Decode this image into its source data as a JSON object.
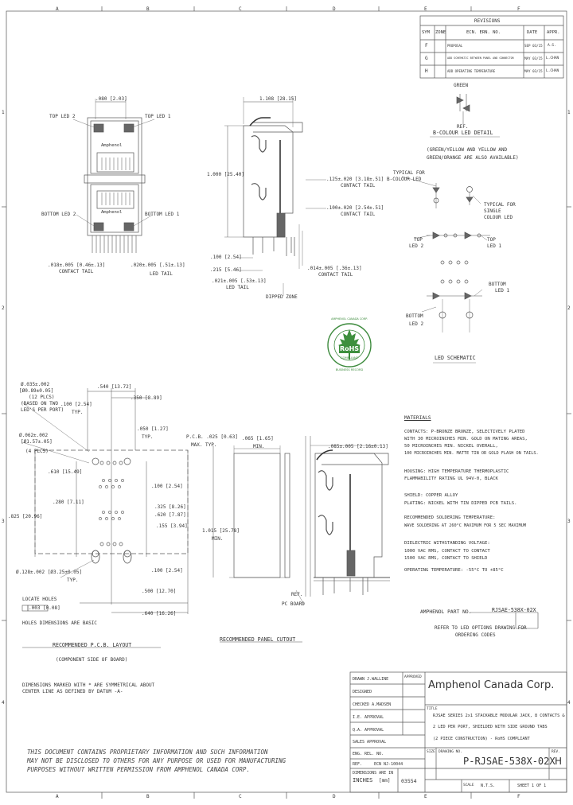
{
  "zones": {
    "cols": [
      "A",
      "B",
      "C",
      "D",
      "E",
      "F"
    ],
    "rows": [
      "1",
      "2",
      "3",
      "4"
    ]
  },
  "revisions": {
    "title": "REVISIONS",
    "headers": [
      "SYM",
      "ZONE",
      "ECN. ERN. NO.",
      "DATE",
      "APPR."
    ],
    "rows": [
      {
        "sym": "F",
        "desc": "PROPOSAL",
        "date": "SEP 03/15",
        "appr": "A.S."
      },
      {
        "sym": "G",
        "desc": "ADD SCHEMATIC BETWEEN PANEL AND CONNECTOR",
        "date": "MAY 03/15",
        "appr": "L.CHAN"
      },
      {
        "sym": "H",
        "desc": "ADD OPERATING TEMPERATURE",
        "date": "MAY 03/15",
        "appr": "L.CHAN"
      }
    ]
  },
  "front_view": {
    "dim_top": ".080 [2.03]",
    "top_led2": "TOP LED 2",
    "top_led1": "TOP LED 1",
    "bottom_led2": "BOTTOM LED 2",
    "bottom_led1": "BOTTOM LED 1",
    "brand_top": "Amphenol",
    "brand_bottom": "Amphenol",
    "dim_left": ".018±.005 [0.46±.13]",
    "dim_left_sub": "CONTACT TAIL",
    "dim_right": ".020±.005 [.51±.13]",
    "dim_right_sub": "LED TAIL"
  },
  "side_view": {
    "dim_top": "1.108 [28.15]",
    "dim_height": "1.000 [25.40]",
    "dim_tail_top": ".125±.020 [3.18±.51]",
    "dim_tail_top_sub": "CONTACT TAIL",
    "dim_tail_mid": ".100±.020 [2.54±.51]",
    "dim_tail_mid_sub": "CONTACT TAIL",
    "dim_100": ".100 [2.54]",
    "dim_215": ".215 [5.46]",
    "dim_led": ".021±.005 [.53±.13]",
    "dim_led_sub": "LED TAIL",
    "dim_right": ".014±.005 [.36±.13]",
    "dim_right_sub": "CONTACT TAIL",
    "dipped_zone": "DIPPED ZONE"
  },
  "led_detail": {
    "green": "GREEN",
    "ref": "REF.",
    "title": "B-COLOUR LED DETAIL",
    "note": [
      "(GREEN/YELLOW AND YELLOW AND",
      "GREEN/ORANGE ARE ALSO AVAILABLE)"
    ],
    "typical_bicolor": [
      "TYPICAL FOR",
      "B-COLOUR LED"
    ],
    "typical_single": [
      "TYPICAL FOR",
      "SINGLE",
      "COLOUR LED"
    ],
    "top_led2": [
      "TOP",
      "LED 2"
    ],
    "top_led1": [
      "TOP",
      "LED 1"
    ],
    "bottom_led1": [
      "BOTTOM",
      "LED 1"
    ],
    "bottom_led2": [
      "BOTTOM",
      "LED 2"
    ],
    "schematic": "LED SCHEMATIC"
  },
  "rohs": {
    "ring_top": "AMPHENOL CANADA CORP.",
    "ring_bottom": "BUSINESS RECORD",
    "label": "RoHS",
    "sub": "COMPLIANT"
  },
  "pcb_layout": {
    "d1": "Ø.035±.002",
    "d1b": "[Ø0.89±0.05]",
    "d1c": "(12 PLCS)",
    "d1d": "(BASED ON TWO",
    "d1e": "LED'S PER PORT)",
    "d2": "Ø.062±.002",
    "d2b": "[Ø1.57±.05]",
    "d2c": "(4 PLCS)",
    "dim_540": ".540 [13.72]",
    "dim_350": ".350 [8.89]",
    "dim_100a": ".100 [2.54]",
    "typ": "TYP.",
    "dim_050": ".050 [1.27]",
    "typ2": "TYP.",
    "dim_610": ".610 [15.49]",
    "dim_280": ".280 [7.11]",
    "dim_825": ".825 [20.96]",
    "dim_100b": ".100 [2.54]",
    "dim_325": ".325 [8.26]",
    "dim_620": ".620 [7.87]",
    "dim_155": ".155 [3.94]",
    "dim_hole": "Ø.128±.002 [Ø3.25±0.05]",
    "typ3": "TYP.",
    "dim_100c": ".100 [2.54]",
    "dim_500": ".500 [12.70]",
    "dim_640": ".640 [16.26]",
    "locate": "LOCATE HOLES",
    "tol": ".003 [0.08]",
    "basic": "HOLES DIMENSIONS ARE BASIC",
    "title": "RECOMMENDED P.C.B. LAYOUT",
    "subtitle": "(COMPONENT SIDE OF BOARD)",
    "note": [
      "DIMENSIONS MARKED WITH * ARE SYMMETRICAL ABOUT",
      "CENTER LINE AS DEFINED BY DATUM -A-"
    ]
  },
  "panel": {
    "dim_pcb": "P.C.B. .025 [0.63]",
    "dim_pcb2": "MAX. TYP.",
    "dim_065": ".065 [1.65]",
    "dim_065b": "MIN.",
    "dim_015": "1.015 [25.78]",
    "dim_015b": "MIN.",
    "dim_085": ".085±.005 [2.16±0.13]",
    "ref": "REF.",
    "pc_board": "PC BOARD",
    "title": "RECOMMENDED PANEL CUTOUT"
  },
  "materials": {
    "title": "MATERIALS",
    "lines": [
      "CONTACTS:   P-BRONZE BRONZE, SELECTIVELY PLATED",
      "            WITH 30 MICROINCHES MIN. GOLD ON MATING AREAS,",
      "            50 MICROINCHES MIN. NICKEL OVERALL,",
      "            100 MICROINCHES MIN. MATTE TIN OR GOLD FLASH ON TAILS.",
      "",
      "HOUSING:    HIGH TEMPERATURE THERMOPLASTIC",
      "            FLAMMABILITY RATING UL 94V-0, BLACK",
      "",
      "SHIELD:     COPPER ALLOY",
      "            PLATING: NICKEL WITH TIN DIPPED PCB TAILS.",
      "",
      "RECOMMENDED SOLDERING TEMPERATURE:",
      "            WAVE SOLDERING AT 260°C MAXIMUM FOR 5 SEC MAXIMUM",
      "",
      "DIELECTRIC WITHSTANDING VOLTAGE:",
      "            1000 VAC RMS, CONTACT TO CONTACT",
      "            1500 VAC RMS, CONTACT TO SHIELD",
      "",
      "OPERATING TEMPERATURE: -55°C TO +85°C"
    ]
  },
  "part": {
    "label": "AMPHENOL PART NO.",
    "value": "RJSAE-538X-02X",
    "refer": [
      "REFER TO LED OPTIONS DRAWING FOR",
      "ORDERING CODES"
    ]
  },
  "notice": [
    "THIS DOCUMENT CONTAINS PROPRIETARY INFORMATION AND SUCH INFORMATION",
    "MAY NOT BE DISCLOSED TO OTHERS FOR ANY PURPOSE OR USED FOR MANUFACTURING",
    "PURPOSES WITHOUT WRITTEN PERMISSION FROM AMPHENOL CANADA CORP."
  ],
  "title_block": {
    "drawn": "DRAWN  J.WALLINE",
    "designed": "DESIGNED",
    "checked": "CHECKED  A.MADSEN",
    "ie_appr": "I.E. APPROVAL",
    "qa_appr": "Q.A. APPROVAL",
    "sales_appr": "SALES APPROVAL",
    "eng_rel": "ENG. REL. NO.",
    "ref": "REF.",
    "ecn": "ECN NJ-10044",
    "units_label": "DIMENSIONS ARE IN",
    "units": "INCHES",
    "units_mm": "[mm]",
    "code": "03554",
    "approved": "APPROVED",
    "company": "Amphenol  Canada  Corp.",
    "title_label": "TITLE",
    "desc": [
      "RJSAE SERIES 2x1 STACKABLE MODULAR JACK, 8 CONTACTS &",
      "2 LED PER PORT, SHIELDED WITH SIDE GROUND TABS",
      "(2 PIECE CONSTRUCTION) - RoHS COMPLIANT"
    ],
    "size": "SIZE",
    "drawing_no_label": "DRAWING NO.",
    "drawing_no": "P-RJSAE-538X-02X",
    "rev_label": "REV.",
    "rev": "H",
    "scale": "SCALE",
    "scale_val": "N.T.S.",
    "sheet": "SHEET 1 OF 1"
  }
}
